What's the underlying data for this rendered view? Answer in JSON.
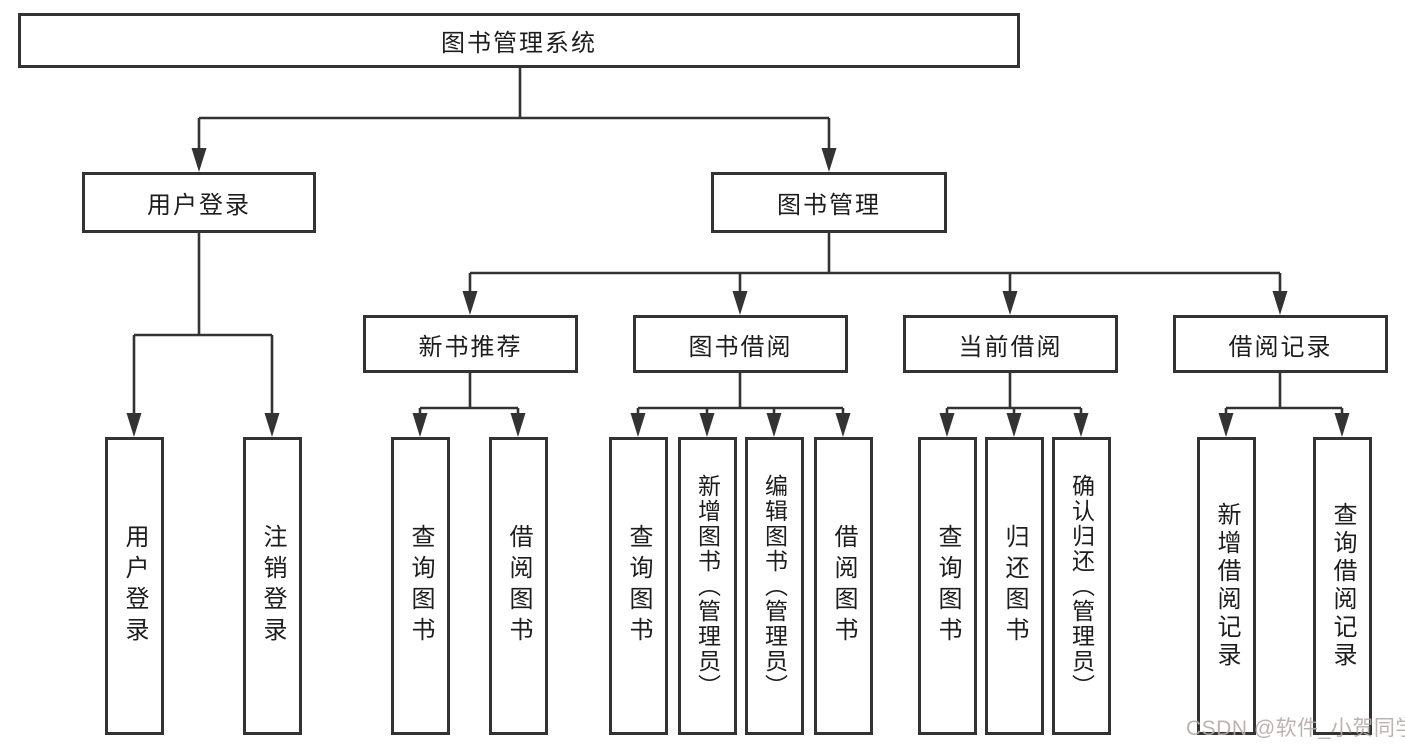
{
  "root": {
    "label": "图书管理系统"
  },
  "login_branch": {
    "label": "用户登录",
    "children": [
      {
        "label": "用户登录"
      },
      {
        "label": "注销登录"
      }
    ]
  },
  "mgmt_branch": {
    "label": "图书管理",
    "sections": [
      {
        "label": "新书推荐",
        "children": [
          {
            "label": "查询图书"
          },
          {
            "label": "借阅图书"
          }
        ]
      },
      {
        "label": "图书借阅",
        "children": [
          {
            "label": "查询图书"
          },
          {
            "label": "新增图书（管理员）"
          },
          {
            "label": "编辑图书（管理员）"
          },
          {
            "label": "借阅图书"
          }
        ]
      },
      {
        "label": "当前借阅",
        "children": [
          {
            "label": "查询图书"
          },
          {
            "label": "归还图书"
          },
          {
            "label": "确认归还（管理员）"
          }
        ]
      },
      {
        "label": "借阅记录",
        "children": [
          {
            "label": "新增借阅记录"
          },
          {
            "label": "查询借阅记录"
          }
        ]
      }
    ]
  },
  "watermark": {
    "text": "CSDN @软件_小贺同学",
    "color": "#b4abaa"
  },
  "style": {
    "line_color": "#333333",
    "box_fill": "#ffffff",
    "text_color": "#1d1d1d"
  }
}
